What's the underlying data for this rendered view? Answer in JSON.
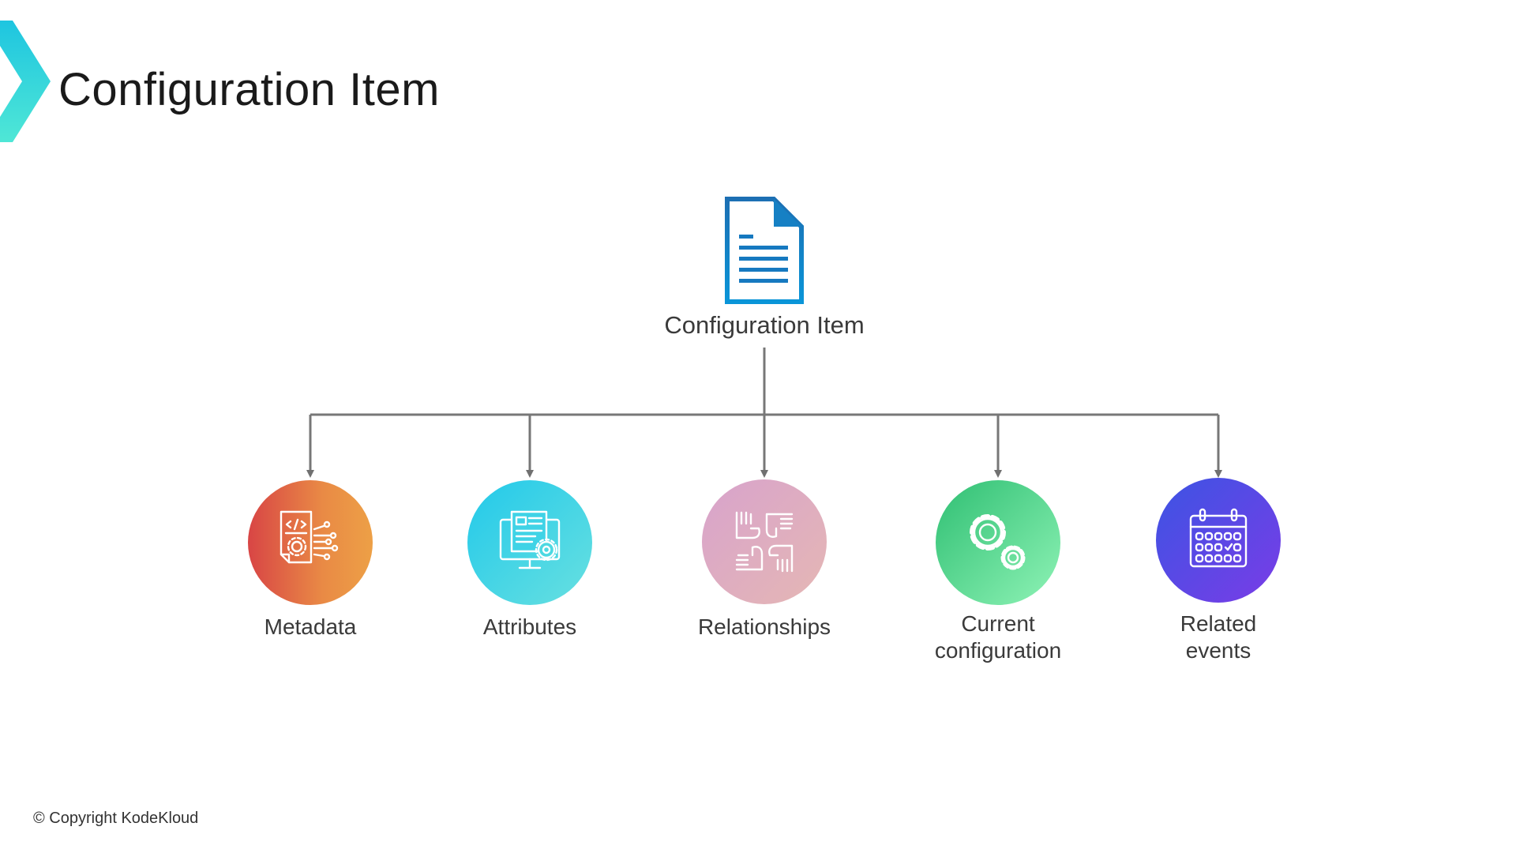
{
  "title": "Configuration Item",
  "diagram": {
    "root": {
      "label": "Configuration Item",
      "icon": "document-icon",
      "icon_color": "#0d72b9"
    },
    "children": [
      {
        "label_lines": [
          "Metadata"
        ],
        "icon": "code-settings-document-icon",
        "colors": [
          "#d84545",
          "#eda046"
        ]
      },
      {
        "label_lines": [
          "Attributes"
        ],
        "icon": "monitor-settings-icon",
        "colors": [
          "#22c9ea",
          "#68e0e0"
        ]
      },
      {
        "label_lines": [
          "Relationships"
        ],
        "icon": "joined-hands-icon",
        "colors": [
          "#d8a3cc",
          "#e5b7b4"
        ]
      },
      {
        "label_lines": [
          "Current",
          "configuration"
        ],
        "icon": "gears-icon",
        "colors": [
          "#2fbf73",
          "#8ff3b6"
        ]
      },
      {
        "label_lines": [
          "Related",
          "events"
        ],
        "icon": "calendar-icon",
        "colors": [
          "#3c54e4",
          "#7a3ce6"
        ]
      }
    ]
  },
  "footer": {
    "copyright": "© Copyright KodeKloud"
  },
  "accent_color": "#33d6d6"
}
